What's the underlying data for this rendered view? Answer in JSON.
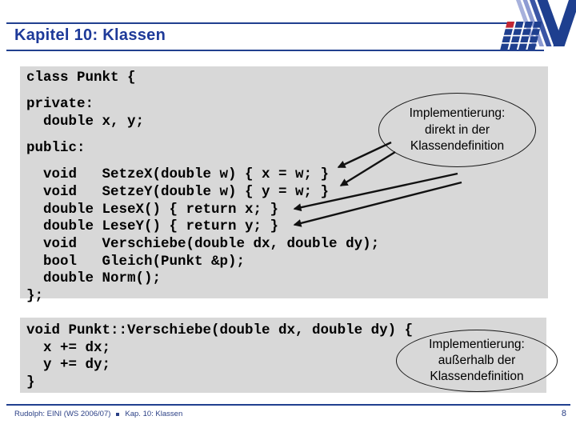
{
  "header": {
    "title": "Kapitel 10: Klassen"
  },
  "logo": {
    "name": "university-logo",
    "colors": {
      "blue": "#1e3f8f",
      "red": "#c22633",
      "light_stripe": "#a7b1dc",
      "mid_stripe": "#8d9bd2",
      "accent_stripe": "#3a55a5"
    }
  },
  "code_block_definition": {
    "lines": [
      "class Punkt {",
      "private:",
      "  double x, y;",
      "public:",
      "  void   SetzeX(double w) { x = w; }",
      "  void   SetzeY(double w) { y = w; }",
      "  double LeseX() { return x; }",
      "  double LeseY() { return y; }",
      "  void   Verschiebe(double dx, double dy);",
      "  bool   Gleich(Punkt &p);",
      "  double Norm();",
      "};"
    ]
  },
  "code_block_implementation": {
    "lines": [
      "void Punkt::Verschiebe(double dx, double dy) {",
      "  x += dx;",
      "  y += dy;",
      "}"
    ]
  },
  "callouts": {
    "inline": {
      "line1": "Implementierung:",
      "line2": "direkt in der",
      "line3": "Klassendefinition"
    },
    "external": {
      "line1": "Implementierung:",
      "line2": "außerhalb der",
      "line3": "Klassendefinition"
    }
  },
  "footer": {
    "course": "Rudolph: EINI (WS 2006/07)",
    "bullet_icon": "square-bullet",
    "chapter": "Kap. 10: Klassen",
    "page": "8"
  },
  "colors": {
    "navy": "#1e3a99",
    "rule": "#21408f",
    "code_background": "#d8d8d8",
    "code_text": "#000000",
    "arrow": "#111111"
  }
}
